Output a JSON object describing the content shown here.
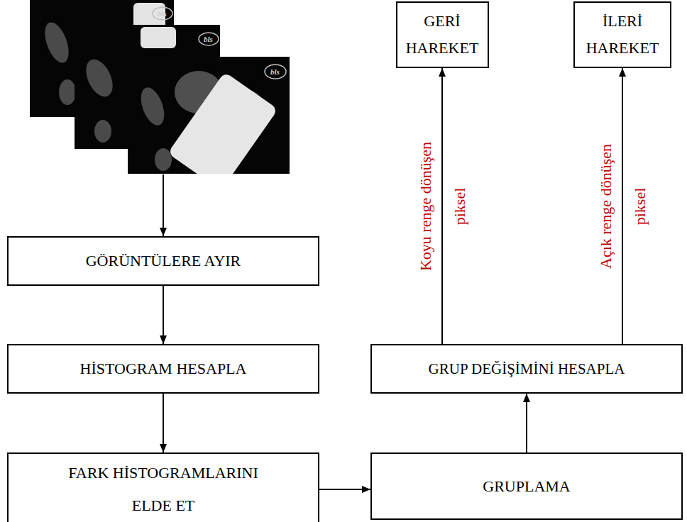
{
  "diagram": {
    "nodes": [
      {
        "text": [
          "GERİ HAREKET"
        ]
      },
      {
        "text": [
          "İLERİ HAREKET"
        ]
      },
      {
        "text": [
          "GÖRÜNTÜLERE AYIR"
        ]
      },
      {
        "text": [
          "HİSTOGRAM HESAPLA"
        ]
      },
      {
        "text": [
          "GRUP DEĞİŞİMİNİ HESAPLA"
        ]
      },
      {
        "text": [
          "FARK HİSTOGRAMLARINI ELDE ET"
        ]
      },
      {
        "text": [
          "GRUPLAMA"
        ]
      }
    ],
    "edges": [
      {
        "from": 2,
        "to": 3,
        "arrow": "to"
      },
      {
        "from": 3,
        "to": 5,
        "arrow": "to"
      },
      {
        "from": 5,
        "to": 6,
        "arrow": "to"
      },
      {
        "from": 6,
        "to": 4,
        "arrow": "to"
      },
      {
        "from": 4,
        "to": 0,
        "arrow": "to",
        "label": "Koyu renge dönüşen piksel"
      },
      {
        "from": 4,
        "to": 1,
        "arrow": "to",
        "label": "Açık renge dönüşen piksel"
      }
    ],
    "labels": [
      "bls",
      "bls",
      "bls"
    ]
  }
}
